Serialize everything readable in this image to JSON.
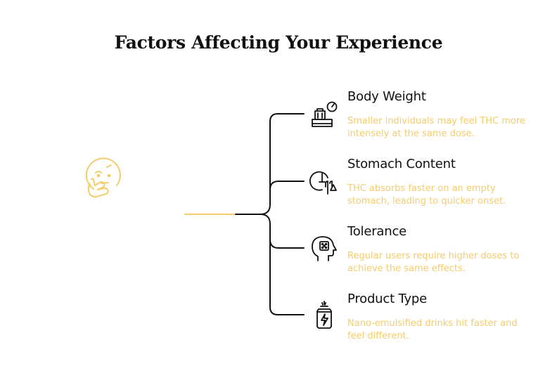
{
  "title": "Factors Affecting Your Experience",
  "icons": {
    "center": "thinking-face-icon",
    "factors": [
      "weight-scale-icon",
      "stomach-cutlery-icon",
      "head-dice-icon",
      "drink-can-icon"
    ]
  },
  "colors": {
    "accent": "#f6cc6c",
    "line": "#111111",
    "text": "#111111"
  },
  "factors": [
    {
      "title": "Body Weight",
      "description": "Smaller individuals may feel THC more intensely at the same dose."
    },
    {
      "title": "Stomach Content",
      "description": "THC absorbs faster on an empty stomach, leading to quicker onset."
    },
    {
      "title": "Tolerance",
      "description": "Regular users require higher doses to achieve the same effects."
    },
    {
      "title": "Product Type",
      "description": "Nano-emulsified drinks hit faster and feel different."
    }
  ]
}
